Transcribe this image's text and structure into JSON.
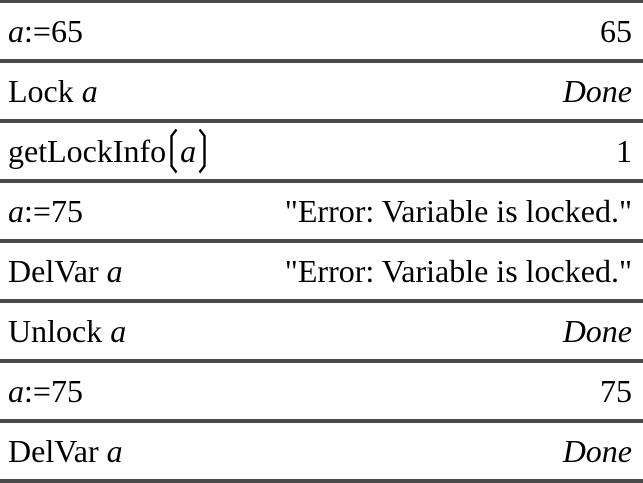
{
  "app": {
    "name": "TI-Nspire calculator history"
  },
  "colors": {
    "background": "#ffffff",
    "text": "#000000",
    "divider": "#4a4a4a"
  },
  "rows": [
    {
      "entry_parts": [
        {
          "text": "a",
          "italic": true
        },
        {
          "text": ":=65",
          "italic": false
        }
      ],
      "result": "65",
      "result_italic": false
    },
    {
      "entry_parts": [
        {
          "text": "Lock ",
          "italic": false
        },
        {
          "text": "a",
          "italic": true
        }
      ],
      "result": "Done",
      "result_italic": true
    },
    {
      "entry_parts": [
        {
          "text": "getLockInfo",
          "italic": false
        },
        {
          "type": "paren",
          "side": "open"
        },
        {
          "text": "a",
          "italic": true
        },
        {
          "type": "paren",
          "side": "close"
        }
      ],
      "result": "1",
      "result_italic": false
    },
    {
      "entry_parts": [
        {
          "text": "a",
          "italic": true
        },
        {
          "text": ":=75",
          "italic": false
        }
      ],
      "result": "\"Error: Variable is locked.\"",
      "result_italic": false
    },
    {
      "entry_parts": [
        {
          "text": "DelVar ",
          "italic": false
        },
        {
          "text": "a",
          "italic": true
        }
      ],
      "result": "\"Error: Variable is locked.\"",
      "result_italic": false
    },
    {
      "entry_parts": [
        {
          "text": "Unlock ",
          "italic": false
        },
        {
          "text": "a",
          "italic": true
        }
      ],
      "result": "Done",
      "result_italic": true
    },
    {
      "entry_parts": [
        {
          "text": "a",
          "italic": true
        },
        {
          "text": ":=75",
          "italic": false
        }
      ],
      "result": "75",
      "result_italic": false
    },
    {
      "entry_parts": [
        {
          "text": "DelVar ",
          "italic": false
        },
        {
          "text": "a",
          "italic": true
        }
      ],
      "result": "Done",
      "result_italic": true
    }
  ]
}
